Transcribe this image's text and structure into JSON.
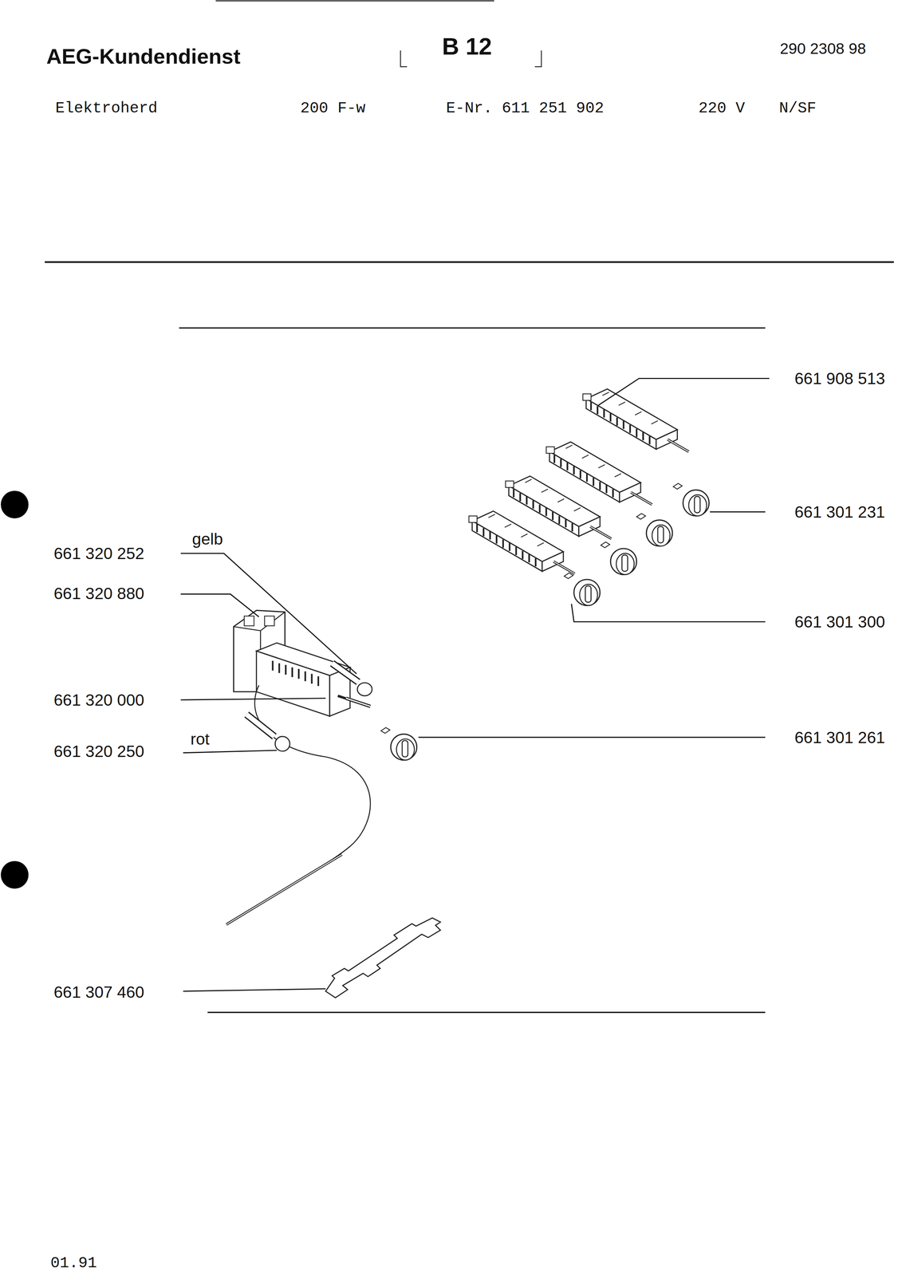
{
  "diagram": {
    "title": "AEG-Kundendienst",
    "labels": [
      "B 12",
      "290 2308 98",
      "Elektroherd",
      "200 F-w",
      "E-Nr. 611 251 902",
      "220 V",
      "N/SF",
      "661 908 513",
      "661 301 231",
      "gelb",
      "661 320 252",
      "661 320 880",
      "661 301 300",
      "661 320 000",
      "661 301 261",
      "rot",
      "661 320 250",
      "661 307 460",
      "01.91"
    ]
  }
}
